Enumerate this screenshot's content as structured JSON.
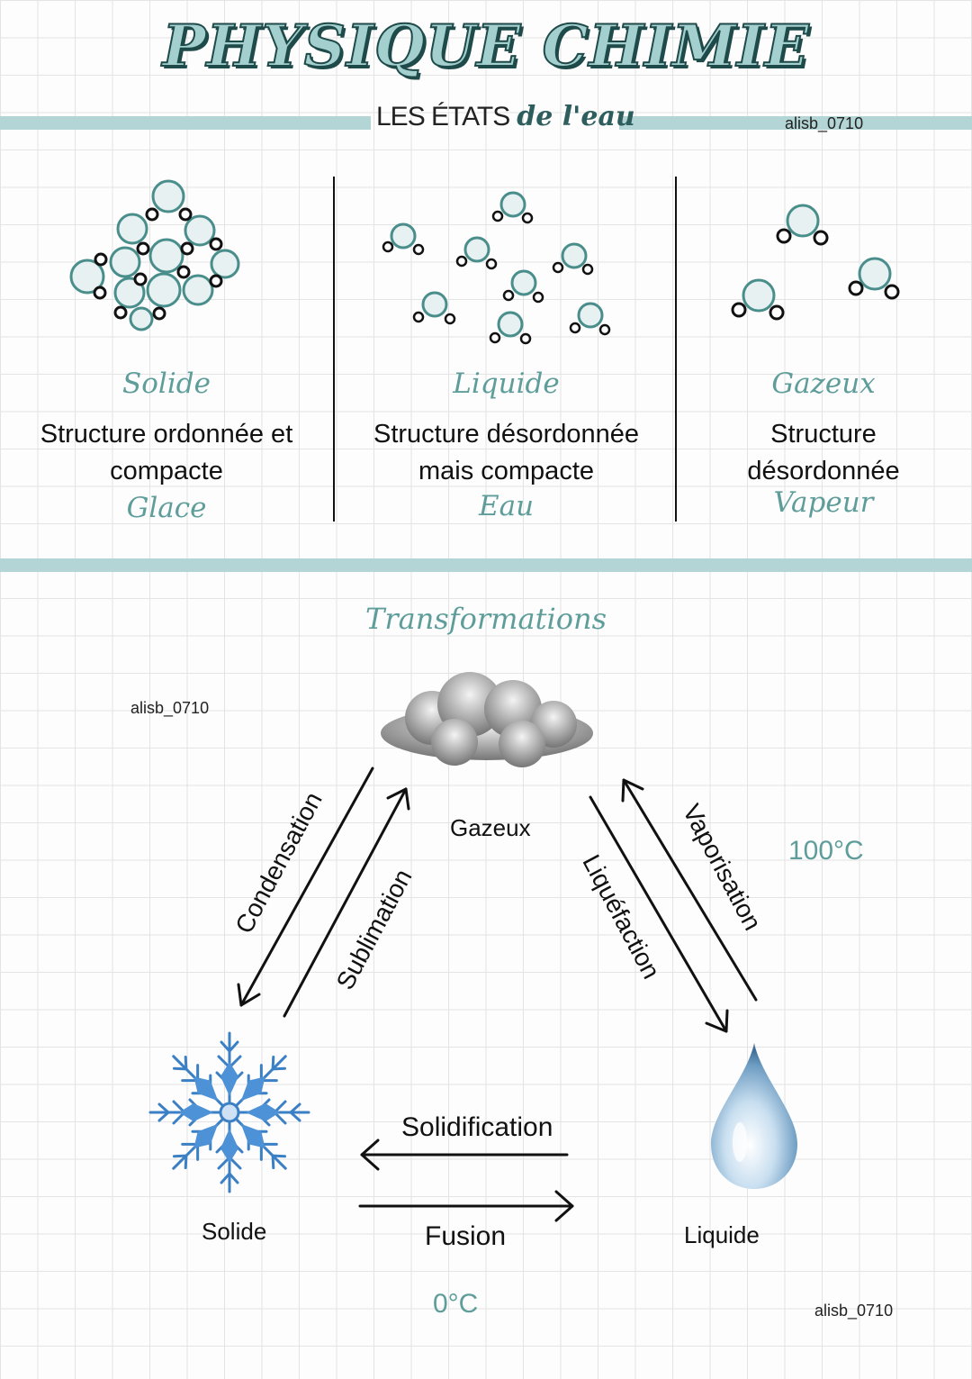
{
  "header": {
    "title": "PHYSIQUE CHIMIE",
    "subtitle_main": "LES ÉTATS",
    "subtitle_script": "de l'eau",
    "watermark": "alisb_0710"
  },
  "states": [
    {
      "name": "Solide",
      "description_line1": "Structure ordonnée et",
      "description_line2": "compacte",
      "example": "Glace"
    },
    {
      "name": "Liquide",
      "description_line1": "Structure désordonnée",
      "description_line2": "mais compacte",
      "example": "Eau"
    },
    {
      "name": "Gazeux",
      "description_line1": "Structure",
      "description_line2": "désordonnée",
      "example": "Vapeur"
    }
  ],
  "transformations": {
    "heading": "Transformations",
    "watermark_left": "alisb_0710",
    "watermark_bottom": "alisb_0710",
    "nodes": {
      "gas": "Gazeux",
      "solid": "Solide",
      "liquid": "Liquide"
    },
    "arrows": {
      "condensation": "Condensation",
      "sublimation": "Sublimation",
      "liquefaction": "Liquéfaction",
      "vaporisation": "Vaporisation",
      "solidification": "Solidification",
      "fusion": "Fusion"
    },
    "temp_boiling": "100°C",
    "temp_melting": "0°C"
  },
  "colors": {
    "accent": "#b3d5d5",
    "teal_text": "#5e9d9a",
    "title_outline": "#1f4a4a"
  }
}
